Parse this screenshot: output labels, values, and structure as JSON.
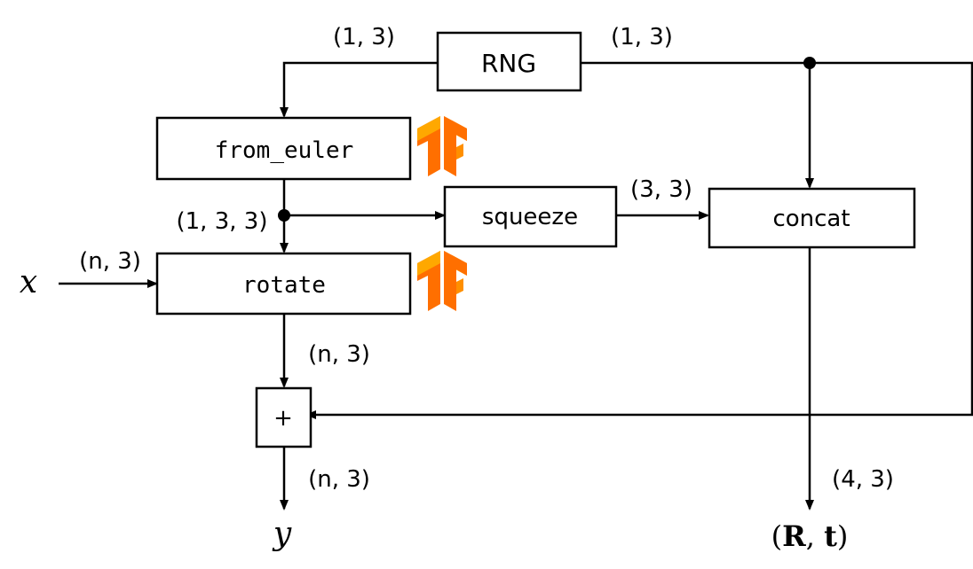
{
  "nodes": {
    "rng": "RNG",
    "from_euler": "from_euler",
    "squeeze": "squeeze",
    "concat": "concat",
    "rotate": "rotate",
    "add": "+"
  },
  "edge_labels": {
    "rng_left": "(1, 3)",
    "rng_right": "(1, 3)",
    "from_euler_out": "(1, 3, 3)",
    "squeeze_out": "(3, 3)",
    "x_in": "(n, 3)",
    "rotate_out": "(n, 3)",
    "add_out": "(n, 3)",
    "concat_out": "(4, 3)"
  },
  "io": {
    "input": "x",
    "output_y": "y",
    "output_open": "(",
    "output_R": "R",
    "output_comma": ", ",
    "output_t": "t",
    "output_close": ")"
  },
  "icons": [
    "tensorflow-logo-icon",
    "tensorflow-logo-icon"
  ],
  "colors": {
    "line": "#000000",
    "tf_light": "#FFA800",
    "tf_dark": "#FF6F00"
  }
}
